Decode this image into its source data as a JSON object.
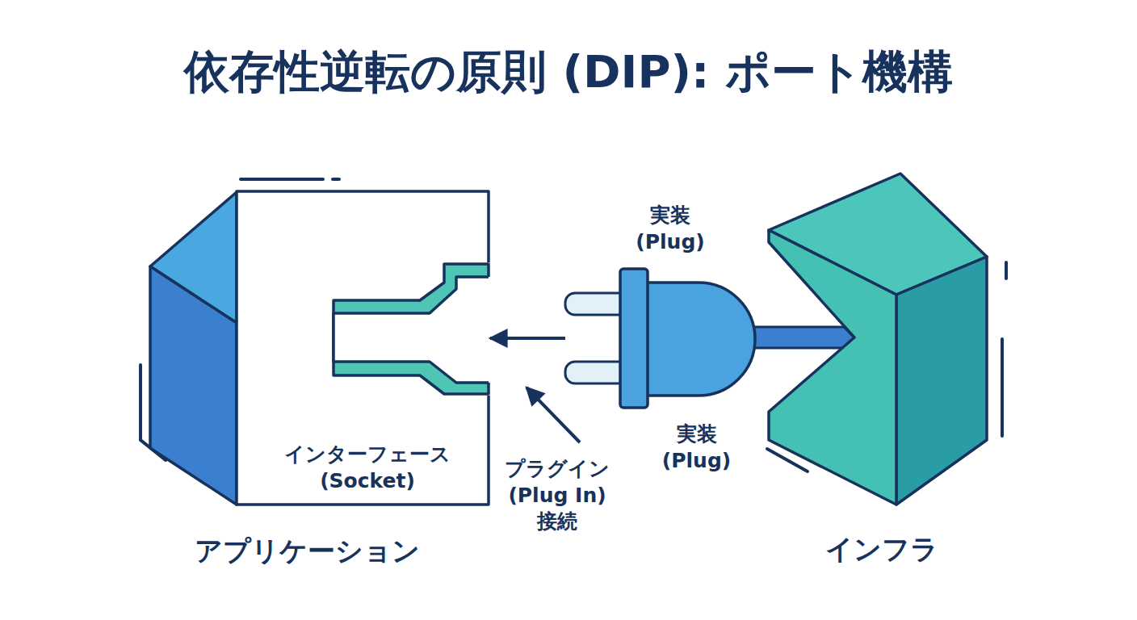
{
  "diagram": {
    "title": "依存性逆転の原則 (DIP): ポート機構",
    "nodes": [
      {
        "text": [
          "アプリケーション"
        ]
      },
      {
        "text": [
          "インターフェース (Socket)"
        ],
        "in": 0
      },
      {
        "text": [
          "実装 (Plug)"
        ]
      },
      {
        "text": [
          "インフラ"
        ]
      }
    ],
    "edges": [
      {
        "from": 2,
        "to": 1,
        "arrow": "to",
        "label": "プラグイン (Plug In) 接続"
      }
    ],
    "labels": [
      "実装 (Plug)"
    ]
  }
}
